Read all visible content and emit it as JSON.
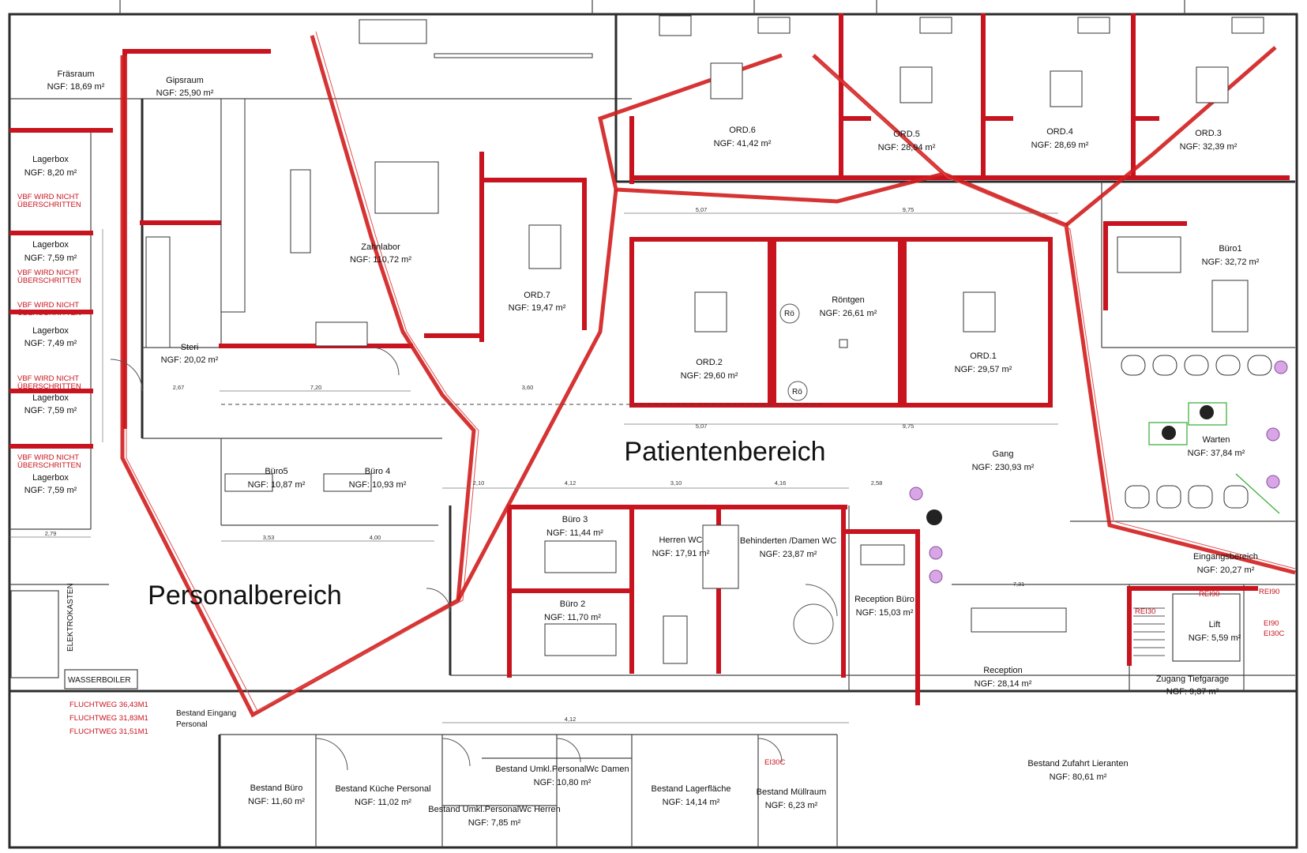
{
  "zones": {
    "personal": "Personalbereich",
    "patient": "Patientenbereich"
  },
  "rooms": [
    {
      "id": "fraesraum",
      "name": "Fräsraum",
      "area": "NGF: 18,69 m²"
    },
    {
      "id": "gipsraum",
      "name": "Gipsraum",
      "area": "NGF: 25,90 m²"
    },
    {
      "id": "lagerbox1",
      "name": "Lagerbox",
      "area": "NGF: 8,20 m²"
    },
    {
      "id": "lagerbox2",
      "name": "Lagerbox",
      "area": "NGF: 7,59 m²"
    },
    {
      "id": "lagerbox3",
      "name": "Lagerbox",
      "area": "NGF: 7,49 m²"
    },
    {
      "id": "lagerbox4",
      "name": "Lagerbox",
      "area": "NGF: 7,59 m²"
    },
    {
      "id": "lagerbox5",
      "name": "Lagerbox",
      "area": "NGF: 7,59 m²"
    },
    {
      "id": "zahnlabor",
      "name": "Zahnlabor",
      "area": "NGF: 110,72 m²"
    },
    {
      "id": "steri",
      "name": "Steri",
      "area": "NGF: 20,02 m²"
    },
    {
      "id": "ord7",
      "name": "ORD.7",
      "area": "NGF: 19,47 m²"
    },
    {
      "id": "ord6",
      "name": "ORD.6",
      "area": "NGF: 41,42 m²"
    },
    {
      "id": "ord5",
      "name": "ORD.5",
      "area": "NGF: 28,94 m²"
    },
    {
      "id": "ord4",
      "name": "ORD.4",
      "area": "NGF: 28,69 m²"
    },
    {
      "id": "ord3",
      "name": "ORD.3",
      "area": "NGF: 32,39 m²"
    },
    {
      "id": "ord2",
      "name": "ORD.2",
      "area": "NGF: 29,60 m²"
    },
    {
      "id": "roentgen",
      "name": "Röntgen",
      "area": "NGF: 26,61 m²"
    },
    {
      "id": "ord1",
      "name": "ORD.1",
      "area": "NGF: 29,57 m²"
    },
    {
      "id": "buero1",
      "name": "Büro1",
      "area": "NGF: 32,72 m²"
    },
    {
      "id": "buero5",
      "name": "Büro5",
      "area": "NGF: 10,87 m²"
    },
    {
      "id": "buero4",
      "name": "Büro 4",
      "area": "NGF: 10,93 m²"
    },
    {
      "id": "gang",
      "name": "Gang",
      "area": "NGF: 230,93 m²"
    },
    {
      "id": "warten",
      "name": "Warten",
      "area": "NGF: 37,84 m²"
    },
    {
      "id": "buero3",
      "name": "Büro 3",
      "area": "NGF: 11,44 m²"
    },
    {
      "id": "buero2",
      "name": "Büro 2",
      "area": "NGF: 11,70 m²"
    },
    {
      "id": "herrenwc",
      "name": "Herren WC",
      "area": "NGF: 17,91 m²"
    },
    {
      "id": "damenwc",
      "name": "Behinderten /Damen WC",
      "area": "NGF: 23,87 m²"
    },
    {
      "id": "receptionbuero",
      "name": "Reception Büro",
      "area": "NGF: 15,03 m²"
    },
    {
      "id": "eingang",
      "name": "Eingangsbereich",
      "area": "NGF: 20,27 m²"
    },
    {
      "id": "lift",
      "name": "Lift",
      "area": "NGF: 5,59 m²"
    },
    {
      "id": "reception",
      "name": "Reception",
      "area": "NGF: 28,14 m²"
    },
    {
      "id": "tiefgarage",
      "name": "Zugang Tiefgarage",
      "area": "NGF: 9,37 m²"
    },
    {
      "id": "bbuero",
      "name": "Bestand Büro",
      "area": "NGF: 11,60 m²"
    },
    {
      "id": "bkueche",
      "name": "Bestand Küche Personal",
      "area": "NGF: 11,02 m²"
    },
    {
      "id": "bdamen",
      "name": "Bestand Umkl.PersonalWc Damen",
      "area": "NGF: 10,80 m²"
    },
    {
      "id": "bherren",
      "name": "Bestand Umkl.PersonalWc Herren",
      "area": "NGF: 7,85 m²"
    },
    {
      "id": "blager",
      "name": "Bestand Lagerfläche",
      "area": "NGF: 14,14 m²"
    },
    {
      "id": "bmuell",
      "name": "Bestand Müllraum",
      "area": "NGF: 6,23 m²"
    },
    {
      "id": "bzufahrt",
      "name": "Bestand Zufahrt Lieranten",
      "area": "NGF: 80,61 m²"
    }
  ],
  "labels": {
    "vbf_line1": "VBF WIRD NICHT",
    "vbf_line2": "ÜBERSCHRITTEN",
    "elektro": "ELEKTROKASTEN",
    "wasser": "WASSERBOILER",
    "flucht1": "FLUCHTWEG 36,43M1",
    "flucht2": "FLUCHTWEG 31,83M1",
    "flucht3": "FLUCHTWEG 31,51M1",
    "eingang_personal_1": "Bestand Eingang",
    "eingang_personal_2": "Personal",
    "ro": "Rö",
    "rei90": "REI90",
    "rei30": "REI30",
    "ei30c": "EI30C",
    "ei90": "EI90",
    "ei30c_lift": "EI30C",
    "rei90_side": "REI90"
  },
  "dims": {
    "d_507a": "5,07",
    "d_975a": "9,75",
    "d_507b": "5,07",
    "d_975b": "9,75",
    "d_720": "7,20",
    "d_360": "3,60",
    "d_412a": "4,12",
    "d_310": "3,10",
    "d_416": "4,16",
    "d_258": "2,58",
    "d_731": "7,31",
    "d_412b": "4,12",
    "d_279": "2,79",
    "d_267": "2,67",
    "d_353": "3,53",
    "d_400": "4,00",
    "d_210": "2,10"
  }
}
